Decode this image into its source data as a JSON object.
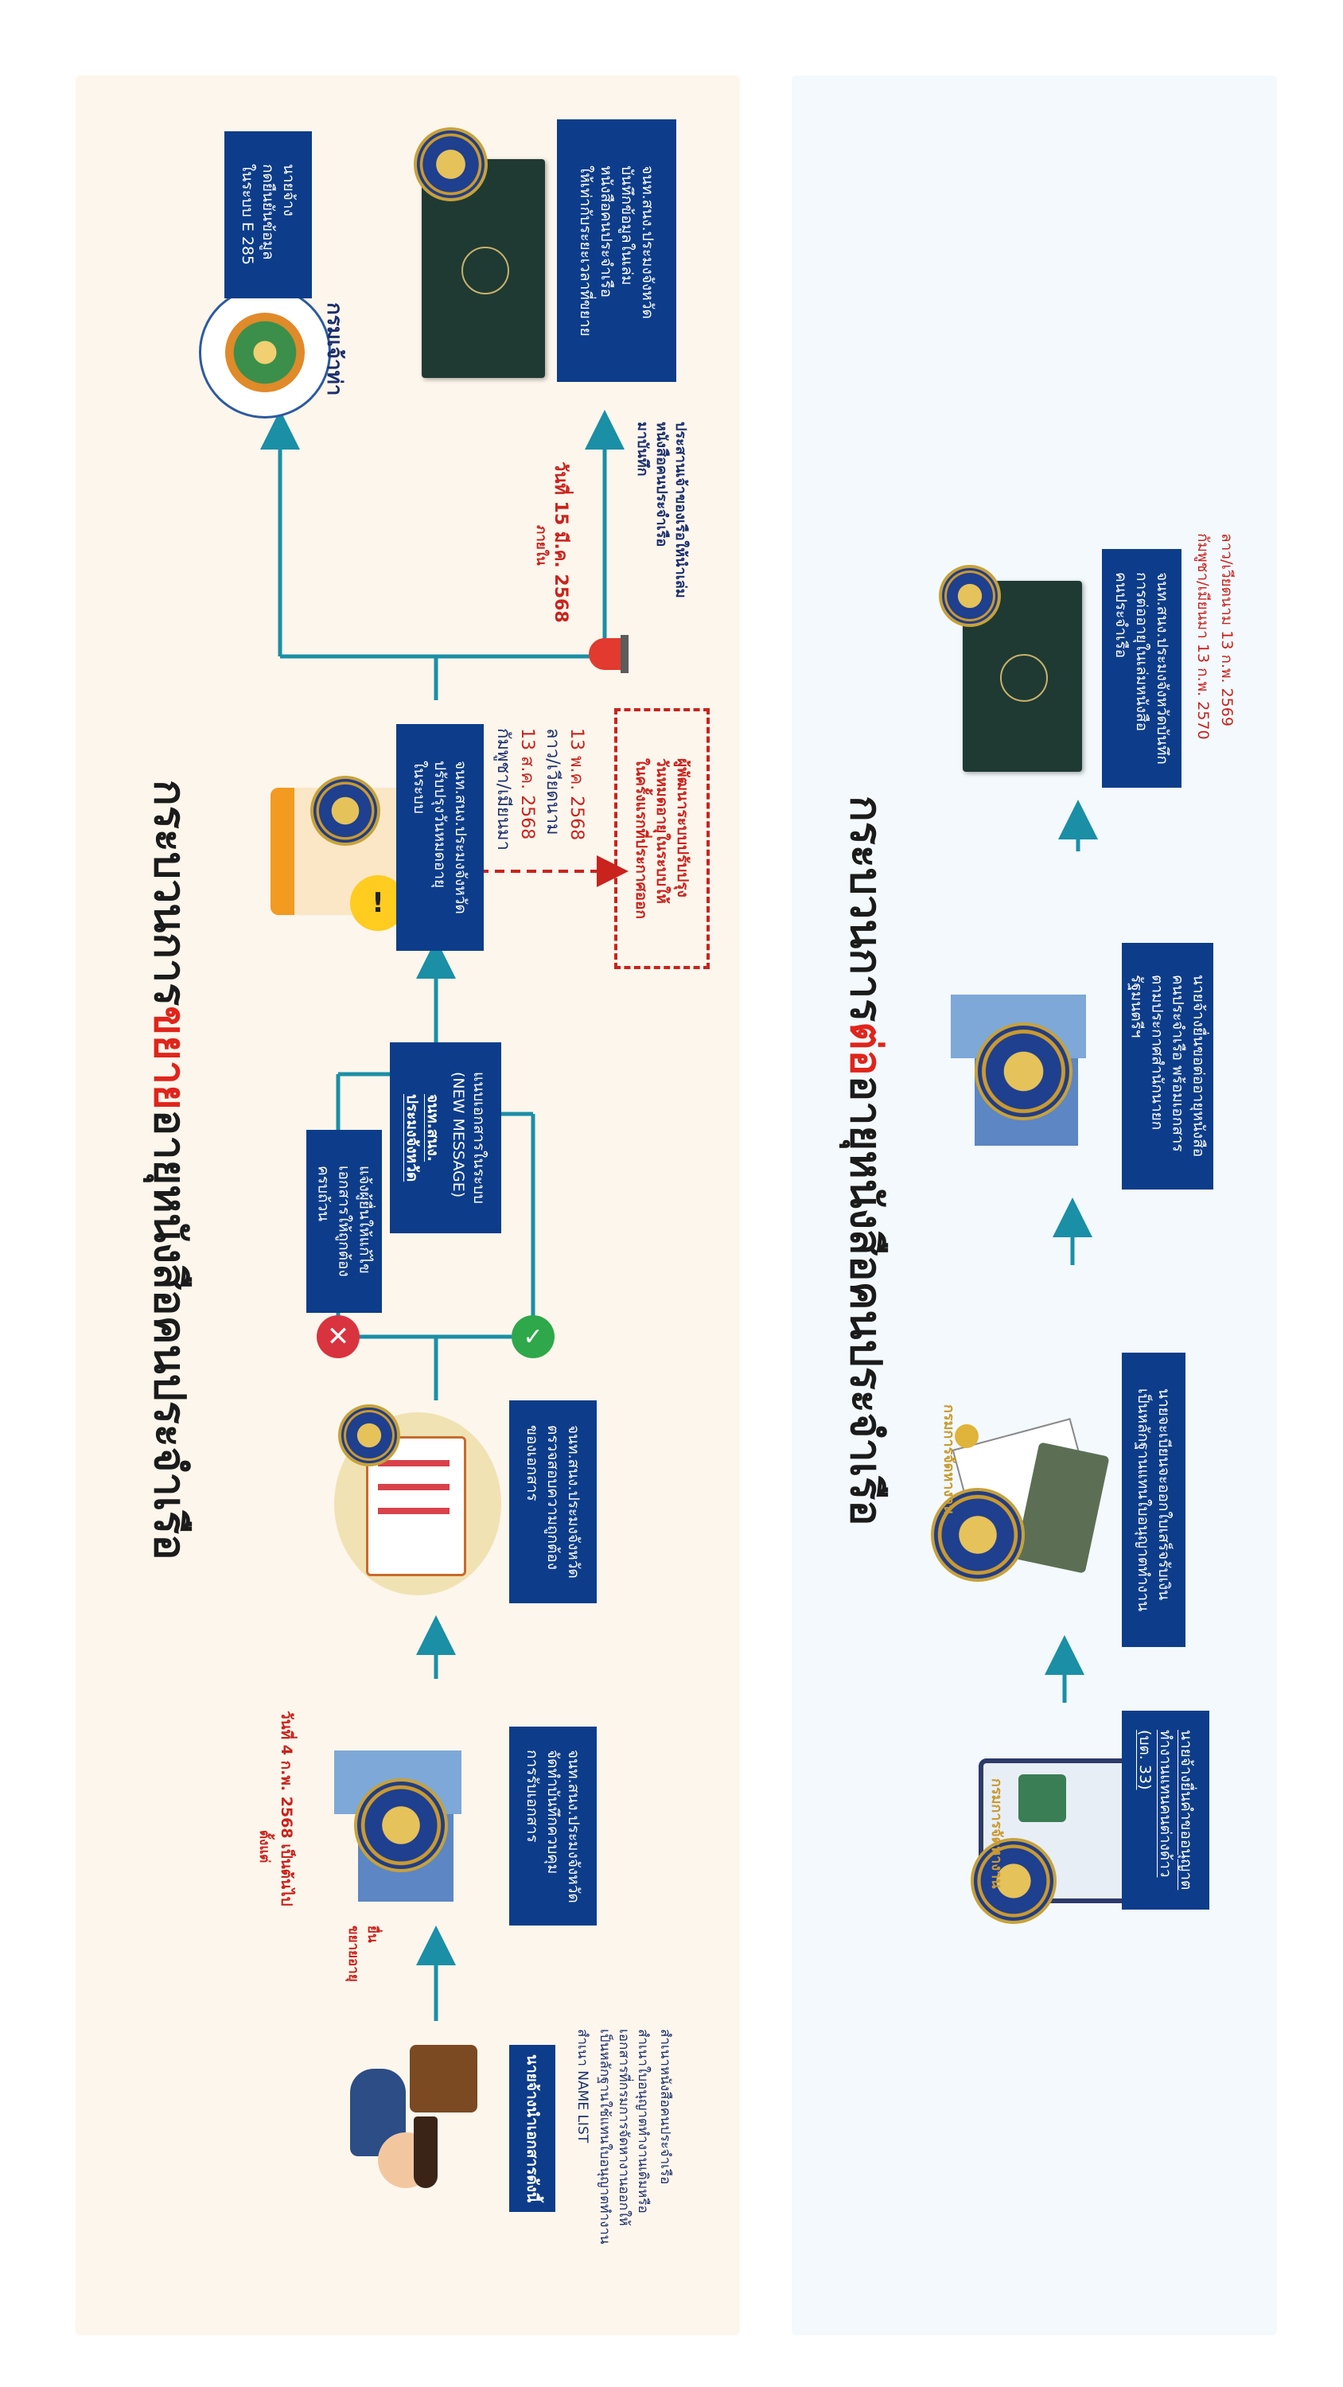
{
  "extension": {
    "title_pre": "กระบวนการ",
    "title_hl": "ขยาย",
    "title_post": "อายุหนังสือคนประจำเรือ",
    "employer_label": "นายจ้างนำเอกสารดังนี้",
    "docs": [
      "สำเนา NAME LIST",
      "สำเนาใบอนุญาตทำงานเดิมหรือ\nเอกสารที่กรมการจัดหางานออกให้\nเป็นหลักฐานใช้แทนใบอนุญาตทำงาน",
      "สำเนาหนังสือคนประจำเรือ"
    ],
    "submit_label": "ยื่น\nขยายอายุ",
    "since_label": "ตั้งแต่",
    "since_date": "วันที่ 4 ก.พ. 2568 เป็นต้นไป",
    "office_record": "จนท.สนง.ประมงจังหวัด\nจัดทำบันทึกควบคุม\nการรับเอกสาร",
    "office_check": "จนท.สนง.ประมงจังหวัด\nตรวจสอบความถูกต้อง\nของเอกสาร",
    "notify_fix": "แจ้งผู้ยื่นให้แก้ไข\nเอกสารให้ถูกต้อง\nครบถ้วน",
    "attach_title": "จนท.สนง.\nประมงจังหวัด",
    "attach_body": "แนบเอกสารในระบบ\n(NEW MESSAGE)",
    "update_box": "จนท.สนง.ประมงจังหวัด\nปรับปรุงวันหมดอายุ\nในระบบ",
    "nation1": "กัมพูชา/เมียนมา",
    "date1": "13 ส.ค. 2568",
    "nation2": "ลาว/เวียดนาม",
    "date2": "13 พ.ค. 2568",
    "system_note": "ผู้พัฒนาระบบปรับปรุง\nวันหมดอายุในระบบให้\nในครั้งแรกที่ประกาศออก",
    "deadline_label": "ภายใน",
    "deadline_date": "วันที่ 15 มี.ค. 2568",
    "coordinate": "ประสานเจ้าของเรือให้นำเล่ม\nหนังสือคนประจำเรือ\nมาบันทึก",
    "dept_name": "กรมเจ้าท่า",
    "confirm": "นายจ้าง\nกดยืนยันข้อมูล\nในระบบ E 285",
    "record_book": "จนท.สนง.ประมงจังหวัด\nบันทึกข้อมูลในเล่ม\nหนังสือคนประจำเรือ\nให้เท่ากับระยะเวลาที่ขยาย"
  },
  "renewal": {
    "title_pre": "กระบวนการ",
    "title_hl": "ต่อ",
    "title_post": "อายุหนังสือคนประจำเรือ",
    "step1": "นายจ้างยื่นคำขออนุญาต\nทำงานแทนคนต่างด้าว\n(บต. 33)",
    "step2": "นายจะเบียนจะออกใบเสร็จรับเงิน\nเป็นหลักฐานแทนใบอนุญาตทำงาน",
    "step3": "นายจ้างยื่นขอต่ออายุหนังสือ\nคนประจำเรือ พร้อมเอกสาร\nตามประกาศสำนักนายก\nรัฐมนตรีฯ",
    "step4": "จนท.สนง.ประมงจังหวัดบันทึก\nการต่ออายุในเล่มหนังสือ\nคนประจำเรือ",
    "line1": "กัมพูชา/เมียนมา 13 ก.พ. 2570",
    "line2": "ลาว/เวียดนาม 13 ก.พ. 2569",
    "dept_name": "กรมการจัดหางาน"
  },
  "colors": {
    "navy": "#0d3d8a",
    "teal": "#1a8fa6",
    "red": "#c9231d",
    "panel1": "#fdf6ec",
    "panel2": "#f3f9fd"
  }
}
